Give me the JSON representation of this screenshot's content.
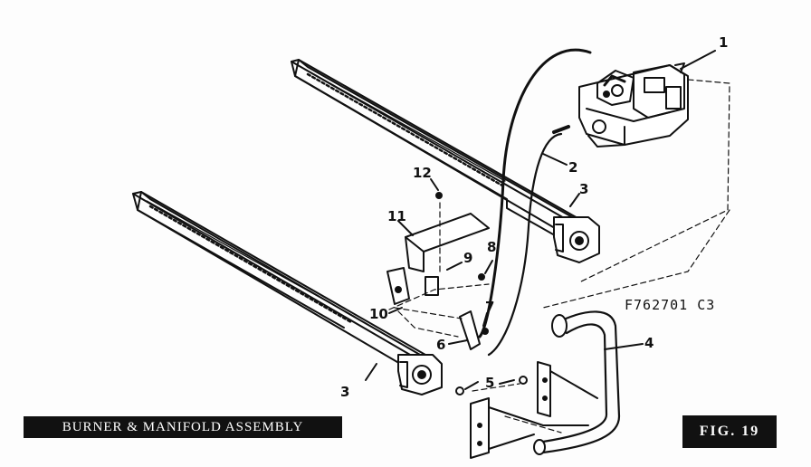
{
  "title_label": "BURNER & MANIFOLD ASSEMBLY",
  "figure_label": "FIG. 19",
  "part_number": "F762701 C3",
  "callouts": [
    {
      "id": "1",
      "text": "1"
    },
    {
      "id": "2",
      "text": "2"
    },
    {
      "id": "3a",
      "text": "3"
    },
    {
      "id": "3b",
      "text": "3"
    },
    {
      "id": "4",
      "text": "4"
    },
    {
      "id": "5",
      "text": "5"
    },
    {
      "id": "6",
      "text": "6"
    },
    {
      "id": "7",
      "text": "7"
    },
    {
      "id": "8",
      "text": "8"
    },
    {
      "id": "9",
      "text": "9"
    },
    {
      "id": "10",
      "text": "10"
    },
    {
      "id": "11",
      "text": "11"
    },
    {
      "id": "12",
      "text": "12"
    }
  ]
}
